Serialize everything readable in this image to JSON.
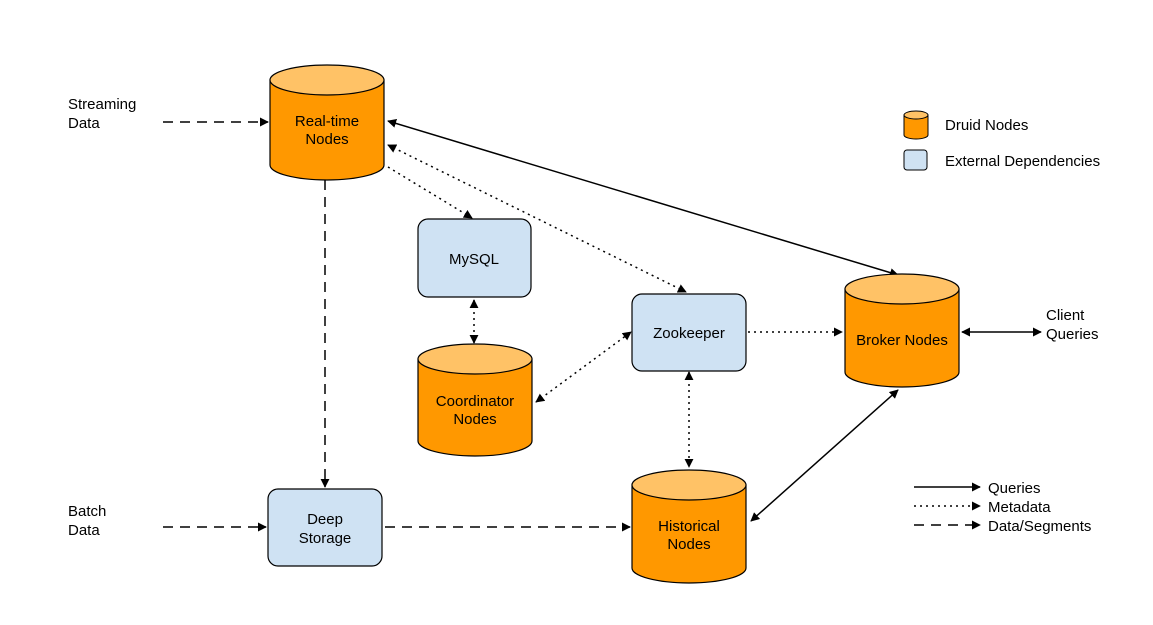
{
  "inputs": {
    "streaming": [
      "Streaming",
      "Data"
    ],
    "batch": [
      "Batch",
      "Data"
    ],
    "client": [
      "Client",
      "Queries"
    ]
  },
  "nodes": {
    "realtime": [
      "Real-time",
      "Nodes"
    ],
    "mysql": [
      "MySQL"
    ],
    "coordinator": [
      "Coordinator",
      "Nodes"
    ],
    "zookeeper": [
      "Zookeeper"
    ],
    "broker": [
      "Broker Nodes"
    ],
    "deep_storage": [
      "Deep",
      "Storage"
    ],
    "historical": [
      "Historical",
      "Nodes"
    ]
  },
  "legend": {
    "druid_nodes": "Druid Nodes",
    "external_dependencies": "External Dependencies",
    "queries": "Queries",
    "metadata": "Metadata",
    "data_segments": "Data/Segments"
  },
  "colors": {
    "druid_fill": "#ff9800",
    "druid_top": "#ffc266",
    "external_fill": "#cfe2f3",
    "stroke": "#000000"
  }
}
